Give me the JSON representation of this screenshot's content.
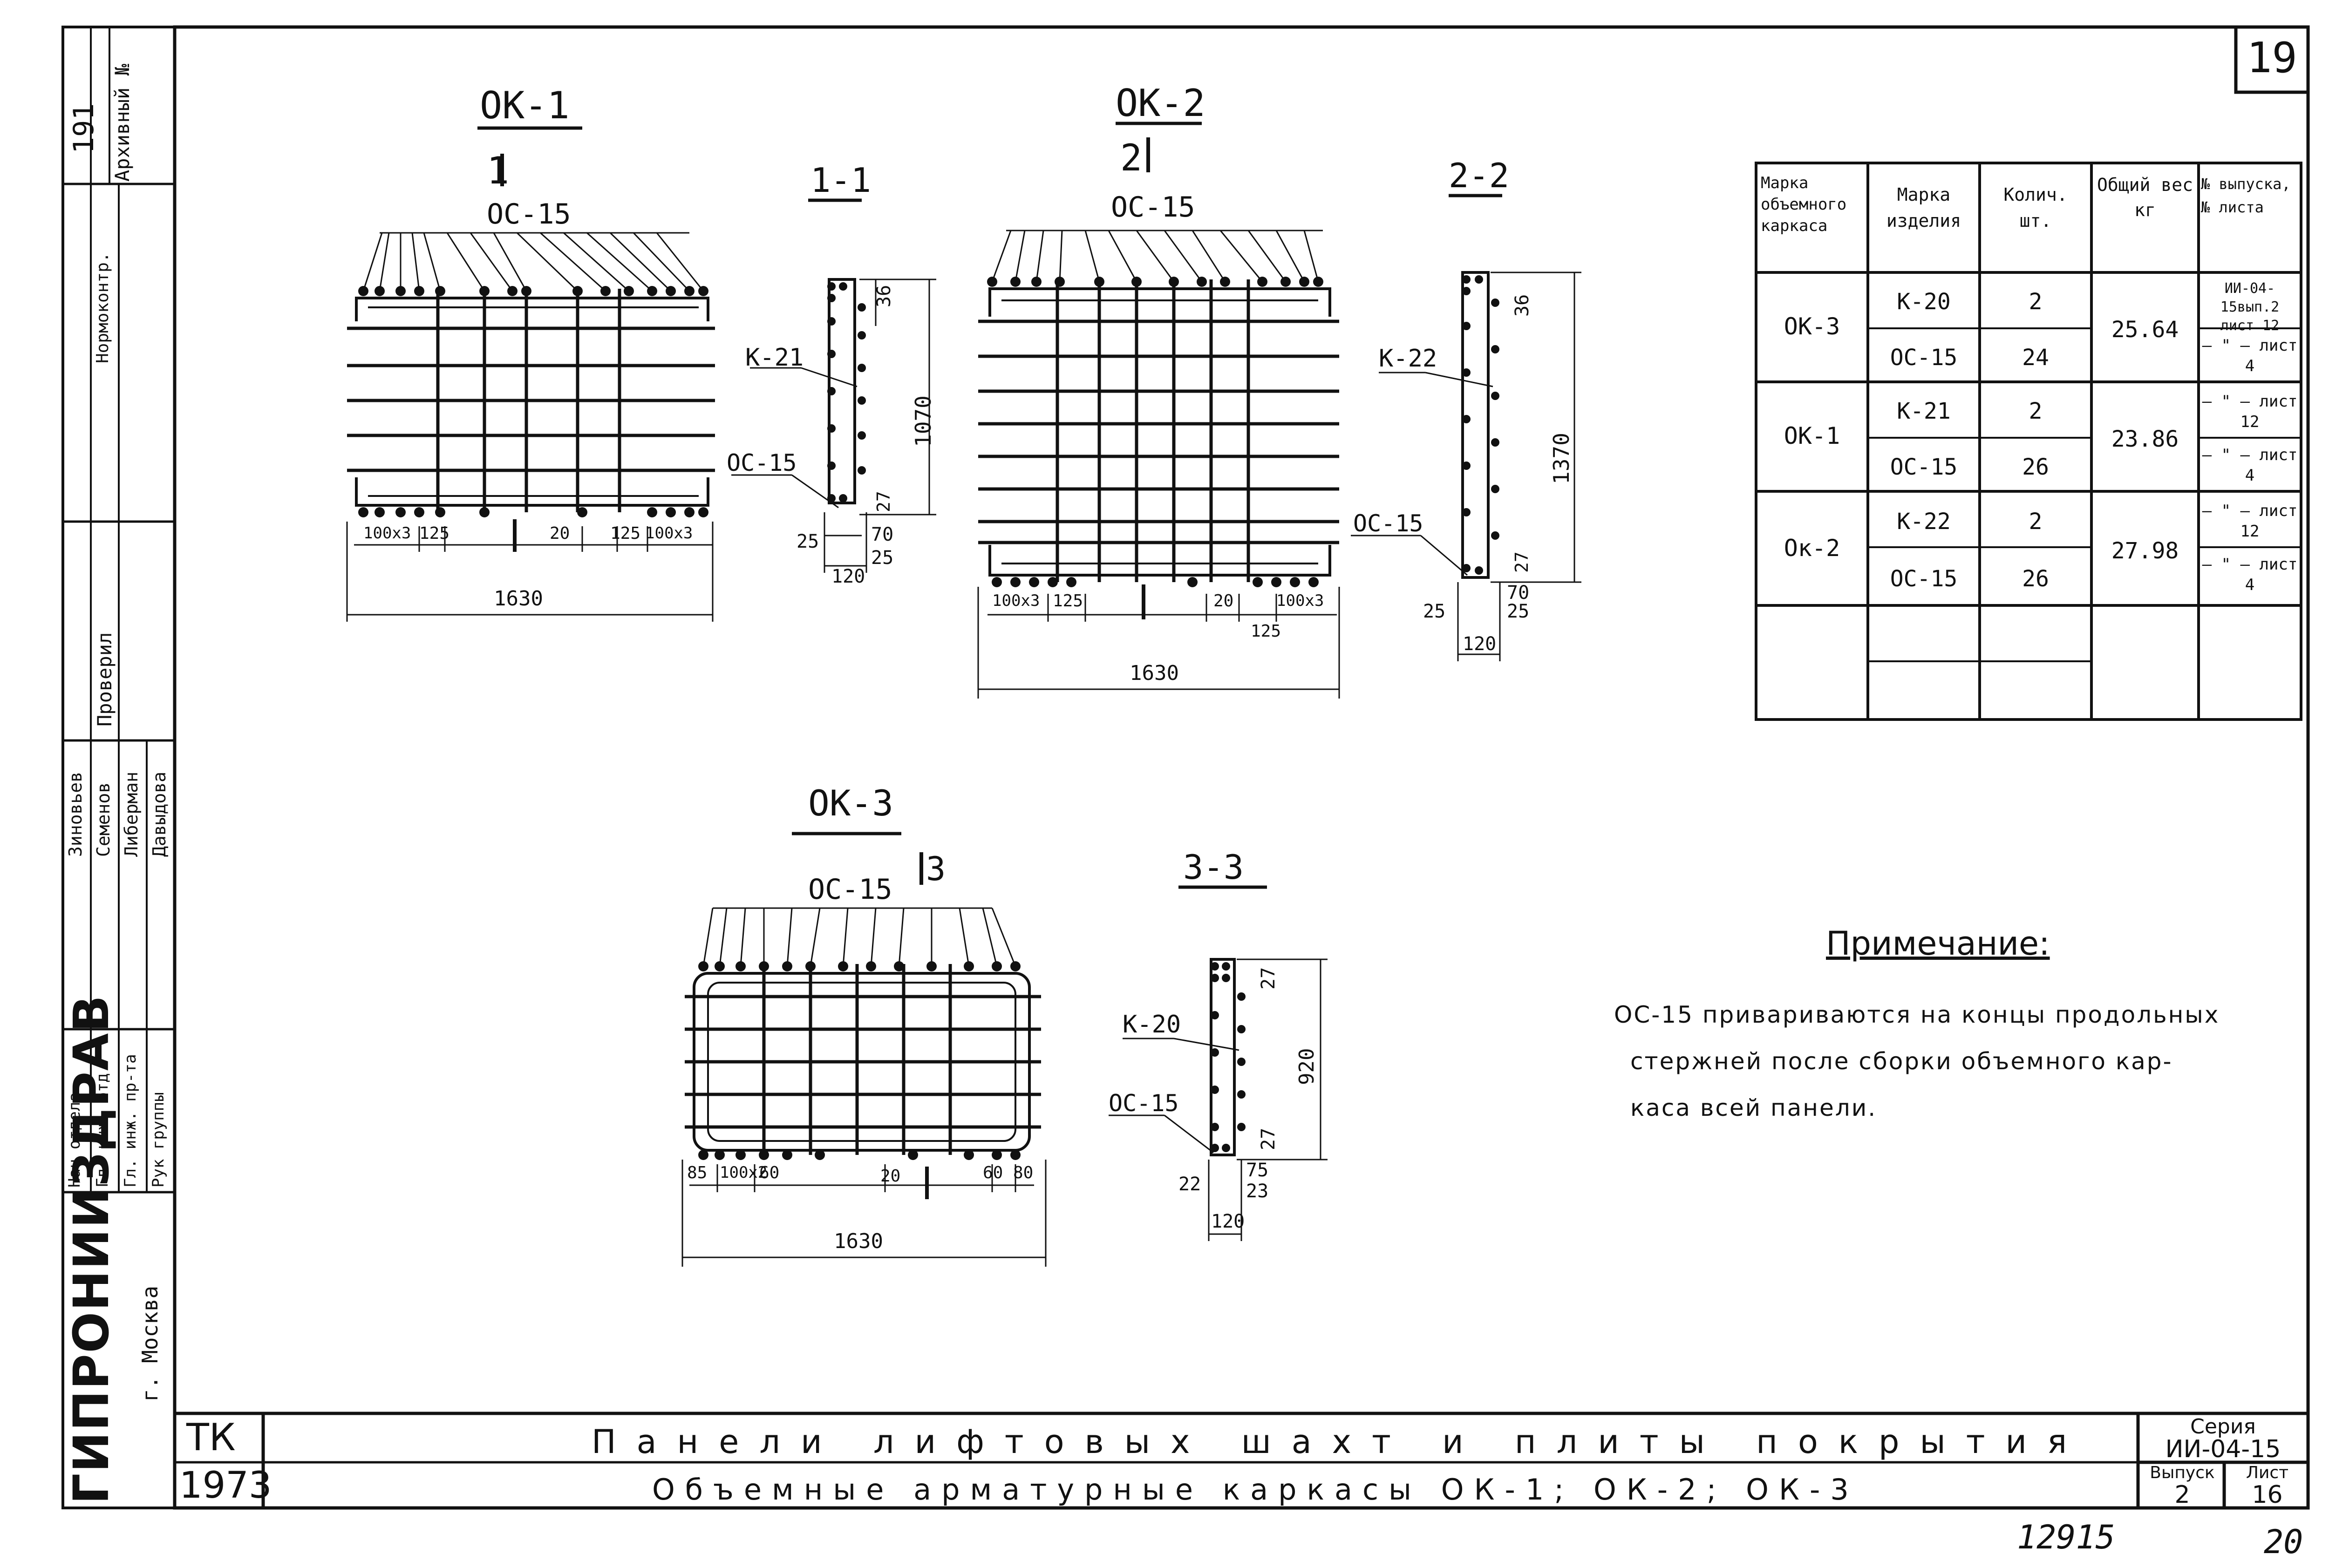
{
  "sheet_number": "19",
  "stamp_bottom": "12915",
  "page_bottom": "20",
  "drawings": {
    "ok1": {
      "title": "ОК-1",
      "section_mark": "1",
      "item_label": "ОС-15",
      "section_title": "1-1",
      "k_label": "К-21",
      "oc_label": "ОС-15",
      "dims": {
        "h36": "36",
        "h1070": "1070",
        "h27": "27",
        "w25": "25",
        "w70": "70",
        "w25b": "25",
        "w120": "120",
        "d100x3a": "100x3",
        "d125a": "125",
        "d20": "20",
        "d125b": "125",
        "d100x3b": "100x3",
        "total": "1630"
      }
    },
    "ok2": {
      "title": "ОК-2",
      "section_mark": "2",
      "item_label": "ОС-15",
      "section_title": "2-2",
      "k_label": "К-22",
      "oc_label": "ОС-15",
      "dims": {
        "h36": "36",
        "h1370": "1370",
        "h27": "27",
        "w25": "25",
        "w70": "70",
        "w25b": "25",
        "w120": "120",
        "d100x3a": "100x3",
        "d125a": "125",
        "d20": "20",
        "d100x3b": "100x3",
        "d125b": "125",
        "total": "1630"
      }
    },
    "ok3": {
      "title": "ОК-3",
      "section_mark": "3",
      "item_label": "ОС-15",
      "section_title": "3-3",
      "k_label": "К-20",
      "oc_label": "ОС-15",
      "dims": {
        "h27a": "27",
        "h920": "920",
        "h27b": "27",
        "w22": "22",
        "w75": "75",
        "w23": "23",
        "w120": "120",
        "d85": "85",
        "d100x2": "100x2",
        "d60a": "60",
        "d20": "20",
        "d60b": "60",
        "d80": "80",
        "total": "1630"
      }
    }
  },
  "spec_table": {
    "headers": [
      "Марка объемного каркаса",
      "Марка изделия",
      "Колич. шт.",
      "Общий вес кг",
      "№ выпуска, № листа"
    ],
    "groups": [
      {
        "frame": "ОК-3",
        "weight": "25.64",
        "rows": [
          {
            "item": "К-20",
            "qty": "2",
            "ref": "ИИ-04-15вып.2 лист 12"
          },
          {
            "item": "ОС-15",
            "qty": "24",
            "ref": "— \" — лист 4"
          }
        ]
      },
      {
        "frame": "ОК-1",
        "weight": "23.86",
        "rows": [
          {
            "item": "К-21",
            "qty": "2",
            "ref": "— \" — лист 12"
          },
          {
            "item": "ОС-15",
            "qty": "26",
            "ref": "— \" — лист 4"
          }
        ]
      },
      {
        "frame": "Ок-2",
        "weight": "27.98",
        "rows": [
          {
            "item": "К-22",
            "qty": "2",
            "ref": "— \" — лист 12"
          },
          {
            "item": "ОС-15",
            "qty": "26",
            "ref": "— \" — лист 4"
          }
        ]
      }
    ]
  },
  "note": {
    "title": "Примечание:",
    "lines": [
      "ОС-15 привариваются на концы продольных",
      "стержней после сборки объемного кар-",
      "каса всей панели."
    ]
  },
  "title_block": {
    "org": "ГИПРОНИИЗДРАВ",
    "city": "г. Москва",
    "tk": "ТК",
    "year": "1973",
    "main_title": "Панели лифтовых шахт и плиты покрытия",
    "sub_title": "Объемные арматурные каркасы ОК-1; ОК-2; ОК-3",
    "series_label": "Серия",
    "series_value": "ИИ-04-15",
    "issue_label": "Выпуск",
    "issue_value": "2",
    "sheet_label": "Лист",
    "sheet_value": "16"
  },
  "side_strip": {
    "archive_label": "Архивный №",
    "archive_value": "191",
    "fields": [
      {
        "role": "Нач отдела",
        "name": "Зиновьев"
      },
      {
        "role": "Гл. инж. отд.",
        "name": "Семенов"
      },
      {
        "role": "Гл. инж. пр-та",
        "name": "Либерман"
      },
      {
        "role": "Рук группы",
        "name": "Давыдова"
      }
    ],
    "checked_label": "Проверил",
    "norm_label": "Нормоконтр."
  }
}
